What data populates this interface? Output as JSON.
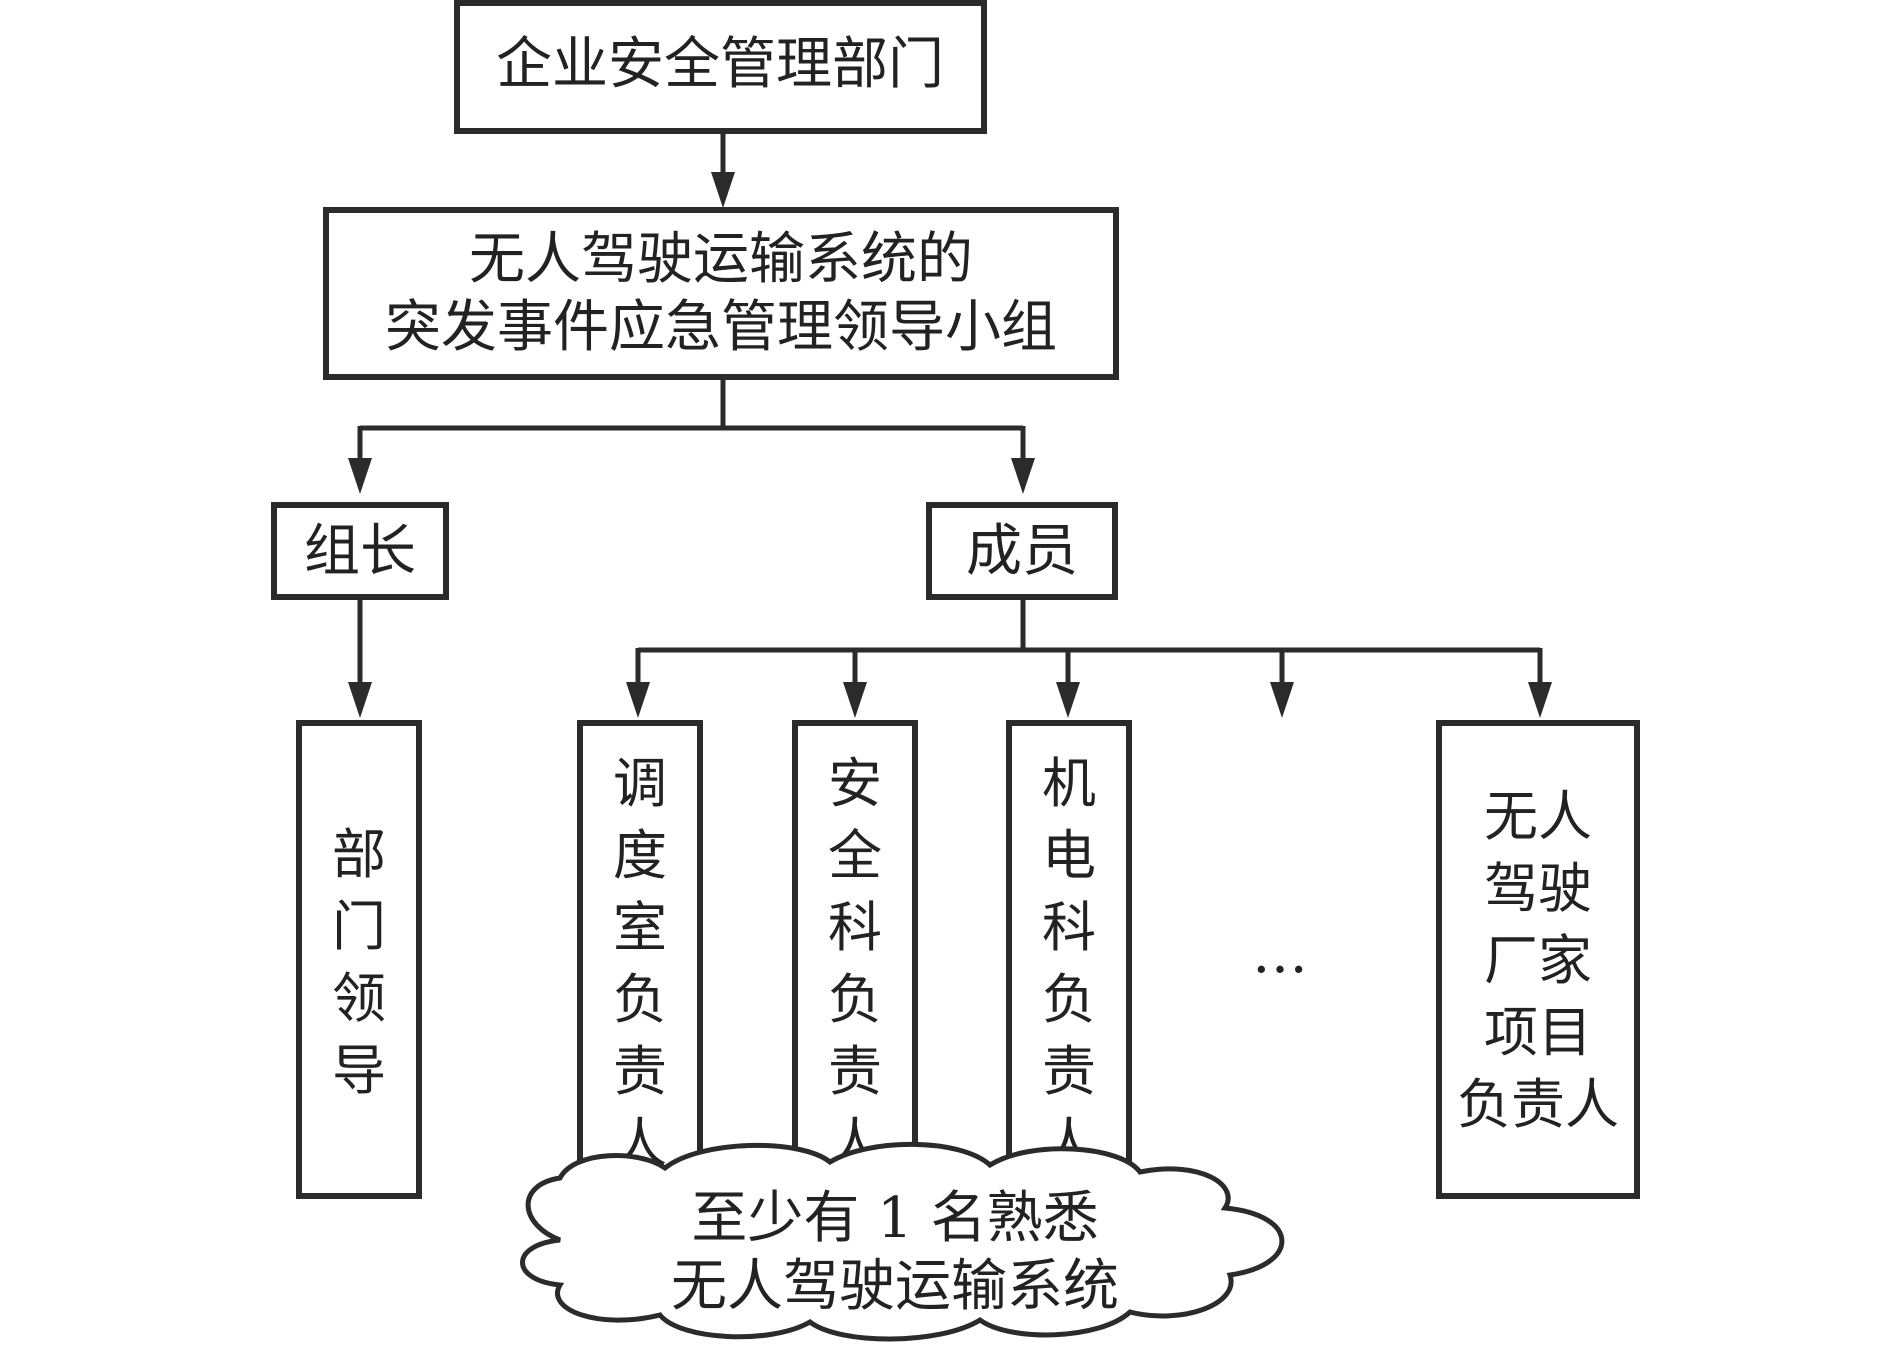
{
  "top_box": {
    "label": "企业安全管理部门"
  },
  "group_box": {
    "line1": "无人驾驶运输系统的",
    "line2": "突发事件应急管理领导小组"
  },
  "leader_box": {
    "label": "组长"
  },
  "members_box": {
    "label": "成员"
  },
  "dept_leader_box": {
    "chars": [
      "部",
      "门",
      "领",
      "导"
    ]
  },
  "member_boxes": [
    {
      "chars": [
        "调",
        "度",
        "室",
        "负",
        "责",
        "人"
      ]
    },
    {
      "chars": [
        "安",
        "全",
        "科",
        "负",
        "责",
        "人"
      ]
    },
    {
      "chars": [
        "机",
        "电",
        "科",
        "负",
        "责",
        "人"
      ]
    }
  ],
  "ellipsis": "…",
  "vendor_box": {
    "lines": [
      "无人",
      "驾驶",
      "厂家",
      "项目",
      "负责人"
    ]
  },
  "cloud_note": {
    "line1": "至少有 1 名熟悉",
    "line2": "无人驾驶运输系统"
  }
}
